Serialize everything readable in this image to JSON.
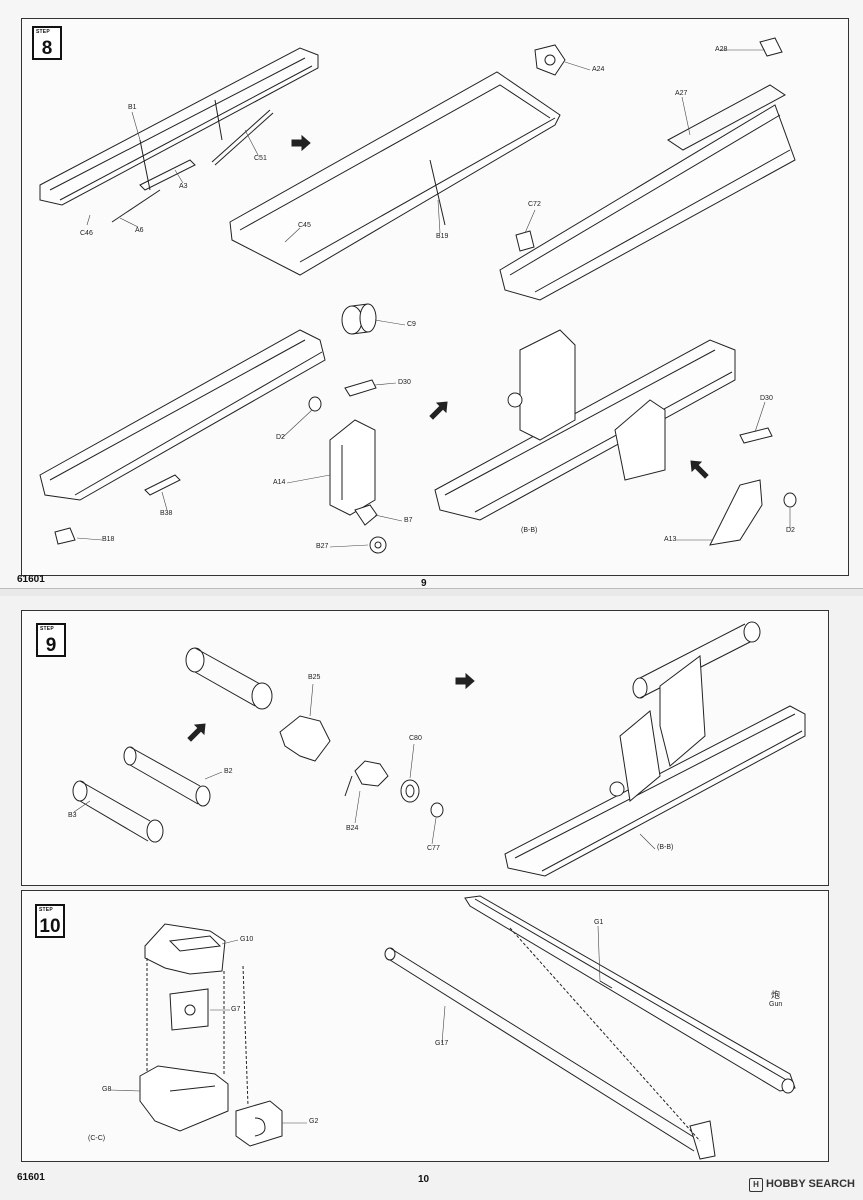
{
  "pages": [
    {
      "code": "61601",
      "number": "9",
      "step": {
        "label": "STEP",
        "number": "8"
      },
      "parts": [
        "B1",
        "C51",
        "A3",
        "A6",
        "C46",
        "A24",
        "C45",
        "B19",
        "A28",
        "A27",
        "C72",
        "C9",
        "D30",
        "D2",
        "A14",
        "B7",
        "B27",
        "B38",
        "B18",
        "(B-B)",
        "D30",
        "D2",
        "A13"
      ]
    },
    {
      "code": "61601",
      "number": "10",
      "step9": {
        "label": "STEP",
        "number": "9"
      },
      "step9_parts": [
        "B25",
        "B2",
        "B3",
        "C80",
        "B24",
        "C77",
        "(B-B)"
      ],
      "step10": {
        "label": "STEP",
        "number": "10"
      },
      "step10_parts": [
        "G10",
        "G7",
        "G8",
        "G2",
        "(C-C)",
        "G1",
        "G17"
      ],
      "gun_label_cn": "炮",
      "gun_label_en": "Gun"
    }
  ],
  "watermark": {
    "icon": "hobby-search-logo-icon",
    "text": "HOBBY SEARCH"
  }
}
